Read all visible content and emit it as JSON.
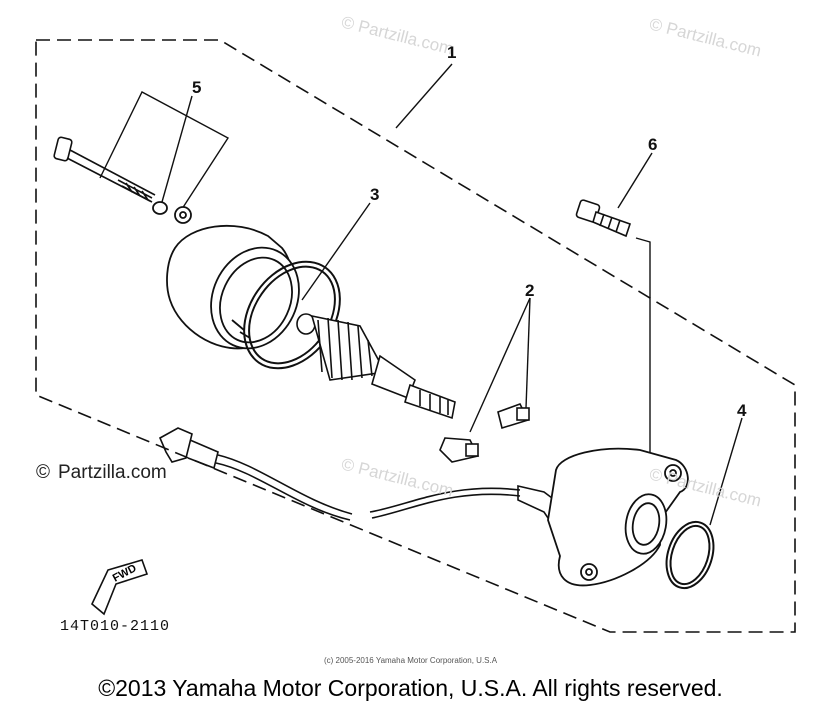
{
  "callouts": [
    "1",
    "2",
    "3",
    "4",
    "5",
    "6"
  ],
  "watermark_text": "© Partzilla.com",
  "brand": {
    "symbol": "©",
    "site": "Partzilla.com"
  },
  "fwd_label": "FWD",
  "part_code": "14T010-2110",
  "small_copyright": "(c) 2005-2016 Yamaha Motor Corporation, U.S.A",
  "copyright": "©2013 Yamaha Motor Corporation, U.S.A. All rights reserved."
}
